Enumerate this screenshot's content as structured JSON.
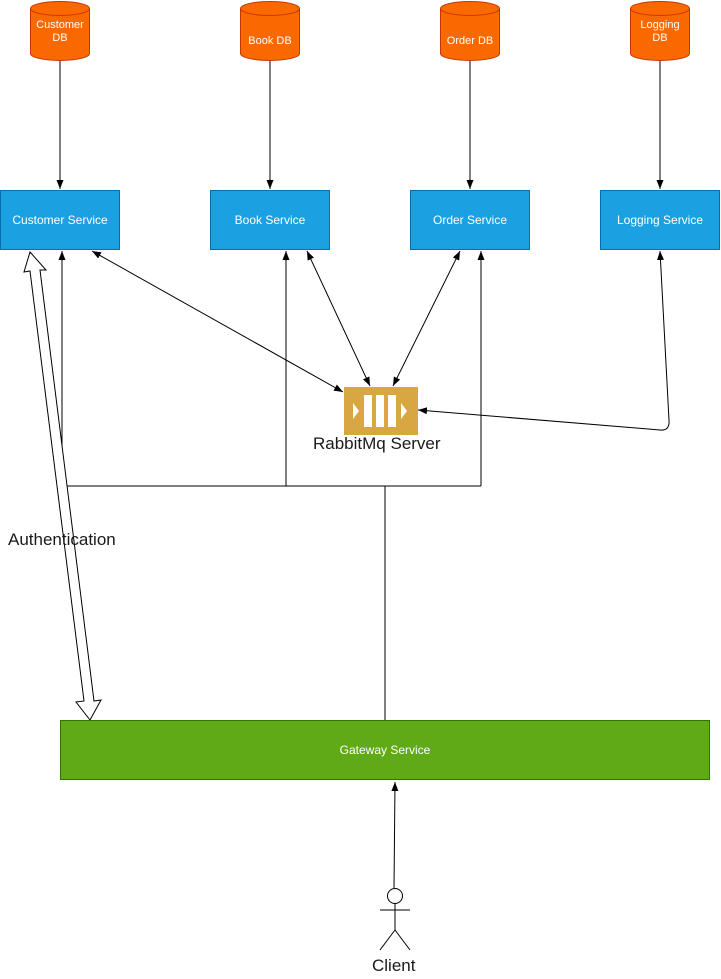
{
  "databases": [
    {
      "id": "customer",
      "label": "Customer DB"
    },
    {
      "id": "book",
      "label": "Book DB"
    },
    {
      "id": "order",
      "label": "Order DB"
    },
    {
      "id": "logging",
      "label": "Logging DB"
    }
  ],
  "services": [
    {
      "id": "customer",
      "label": "Customer Service"
    },
    {
      "id": "book",
      "label": "Book Service"
    },
    {
      "id": "order",
      "label": "Order Service"
    },
    {
      "id": "logging",
      "label": "Logging Service"
    }
  ],
  "broker": {
    "label": "RabbitMq Server",
    "icon": "queue-icon"
  },
  "gateway": {
    "label": "Gateway Service"
  },
  "client": {
    "label": "Client",
    "icon": "actor-icon"
  },
  "auth": {
    "label": "Authentication"
  },
  "colors": {
    "db_fill": "#fa6800",
    "db_stroke": "#c73500",
    "service_fill": "#1ba1e2",
    "service_stroke": "#006eaf",
    "gateway_fill": "#60a917",
    "gateway_stroke": "#2d7600",
    "broker_fill": "#d9a741",
    "edge": "#000000"
  }
}
